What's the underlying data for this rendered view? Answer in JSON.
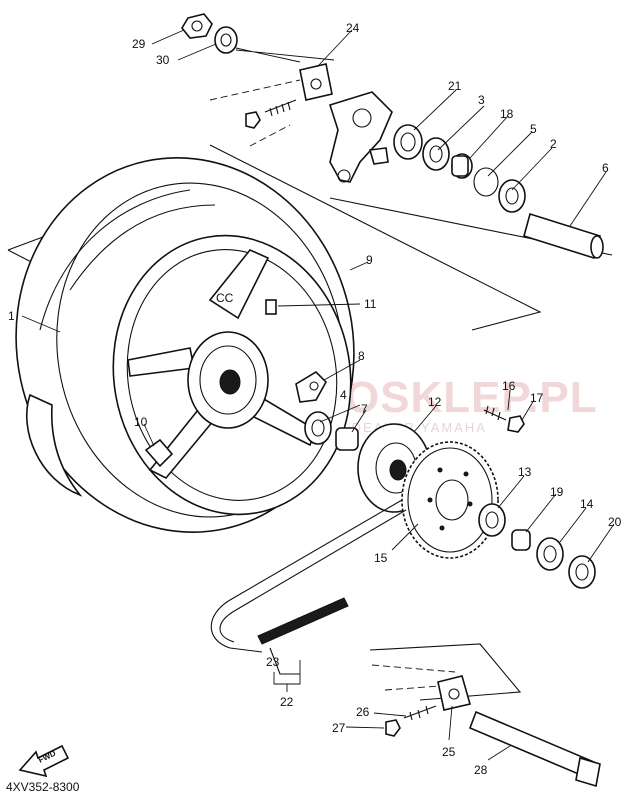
{
  "diagram": {
    "watermark": {
      "brand": "MOTOSKLEP.PL",
      "tagline": "AUTORYZOWANY DEALER YAMAHA"
    },
    "fwd_label": "FWD",
    "drawing_code": "4XV352-8300",
    "callouts": [
      "1",
      "2",
      "3",
      "4",
      "5",
      "6",
      "7",
      "8",
      "9",
      "10",
      "11",
      "12",
      "13",
      "14",
      "15",
      "16",
      "17",
      "18",
      "19",
      "20",
      "21",
      "22",
      "23",
      "24",
      "25",
      "26",
      "27",
      "28",
      "29",
      "30"
    ]
  }
}
